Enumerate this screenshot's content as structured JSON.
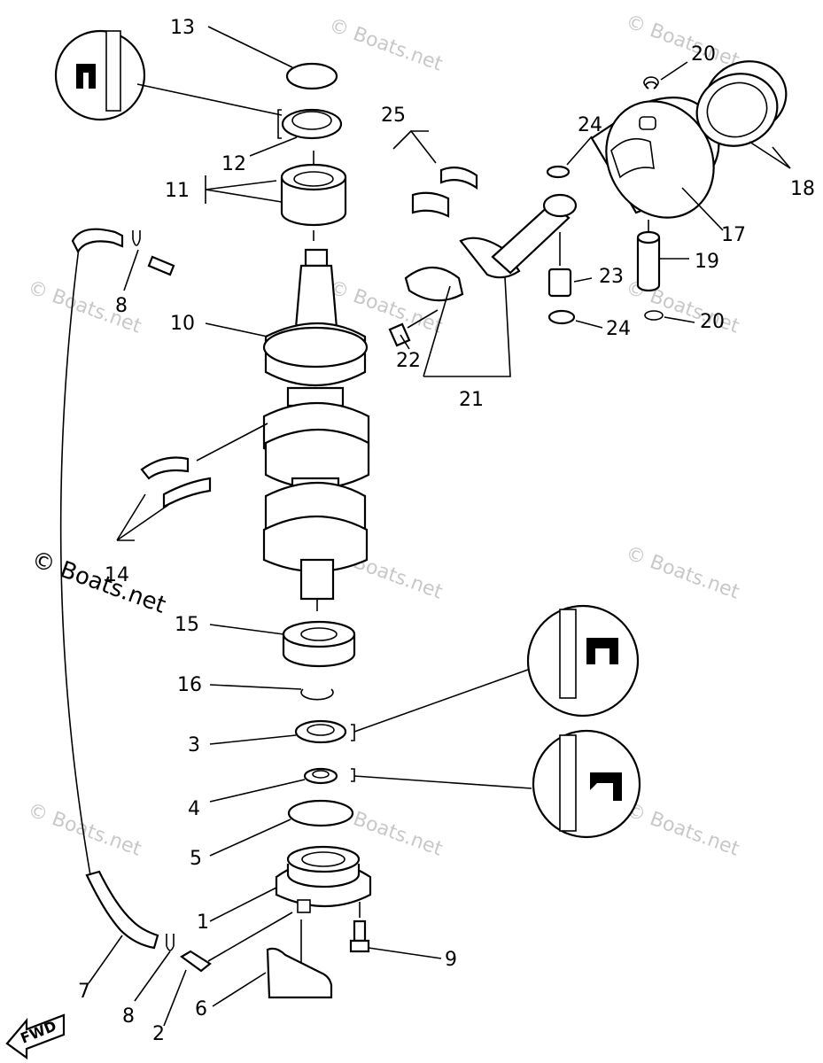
{
  "watermark": "© Boats.net",
  "watermark_large": "© Boats.net",
  "direction_label": "FWD",
  "callouts": {
    "c1": "1",
    "c2": "2",
    "c3": "3",
    "c4": "4",
    "c5": "5",
    "c6": "6",
    "c7": "7",
    "c8a": "8",
    "c8b": "8",
    "c9": "9",
    "c10": "10",
    "c11": "11",
    "c12": "12",
    "c13": "13",
    "c14": "14",
    "c15": "15",
    "c16": "16",
    "c17": "17",
    "c18": "18",
    "c19": "19",
    "c20a": "20",
    "c20b": "20",
    "c21": "21",
    "c22": "22",
    "c23": "23",
    "c24a": "24",
    "c24b": "24",
    "c25": "25"
  }
}
